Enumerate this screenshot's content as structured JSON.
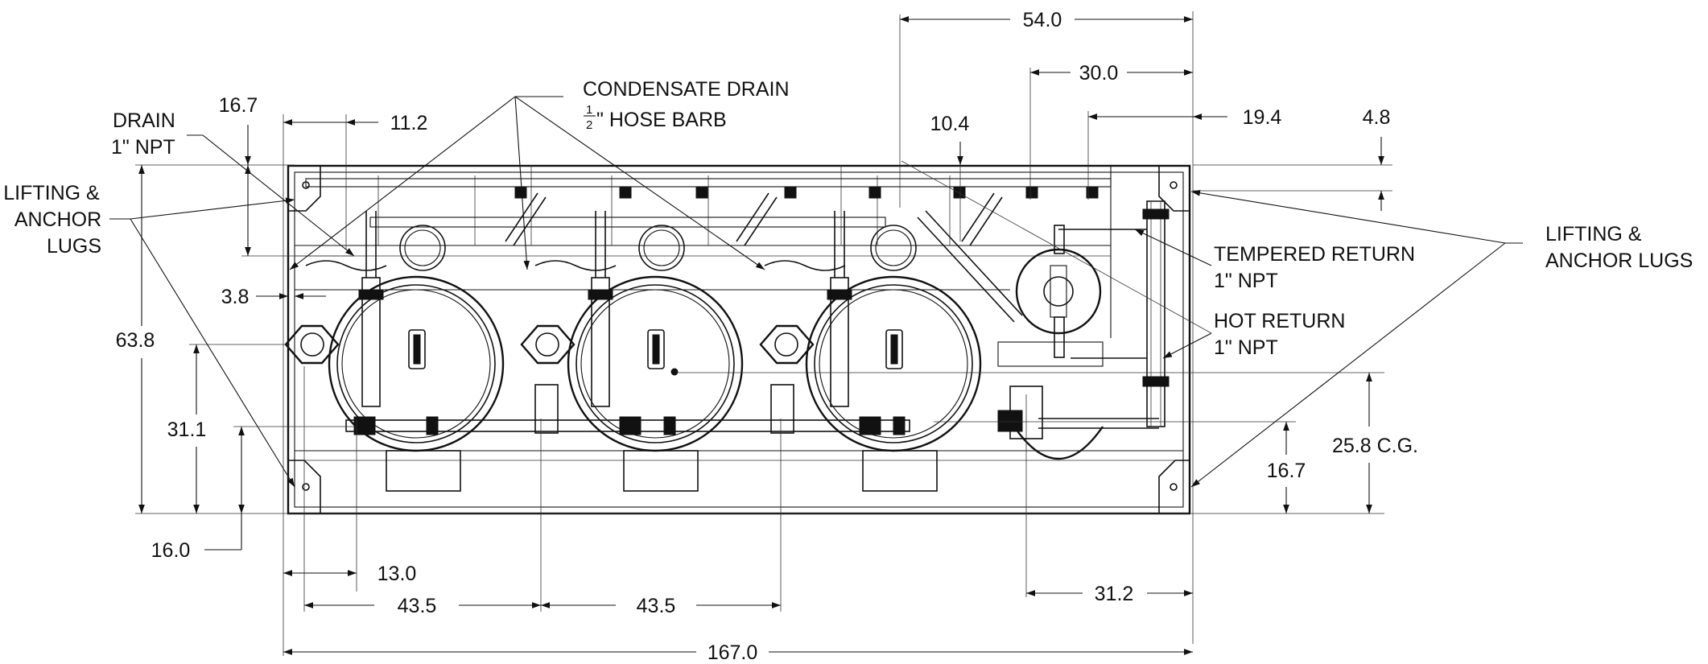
{
  "labels": {
    "condensate_line1": "CONDENSATE DRAIN",
    "condensate_num": "1",
    "condensate_den": "2",
    "condensate_line2": "\" HOSE BARB",
    "drain_line1": "DRAIN",
    "drain_line2": "1\" NPT",
    "lugs_left_line1": "LIFTING &",
    "lugs_left_line2": "ANCHOR",
    "lugs_left_line3": "LUGS",
    "lugs_right_line1": "LIFTING &",
    "lugs_right_line2": "ANCHOR LUGS",
    "tempered_line1": "TEMPERED RETURN",
    "tempered_line2": "1\" NPT",
    "hot_line1": "HOT RETURN",
    "hot_line2": "1\" NPT"
  },
  "dimensions": {
    "d54": "54.0",
    "d30": "30.0",
    "d16_7_top": "16.7",
    "d11_2": "11.2",
    "d10_4": "10.4",
    "d19_4": "19.4",
    "d4_8": "4.8",
    "d3_8": "3.8",
    "d63_8": "63.8",
    "d31_1": "31.1",
    "d16_0": "16.0",
    "d13_0": "13.0",
    "d43_5_a": "43.5",
    "d43_5_b": "43.5",
    "d31_2": "31.2",
    "d167": "167.0",
    "d25_8": "25.8 C.G.",
    "d16_7_right": "16.7"
  }
}
